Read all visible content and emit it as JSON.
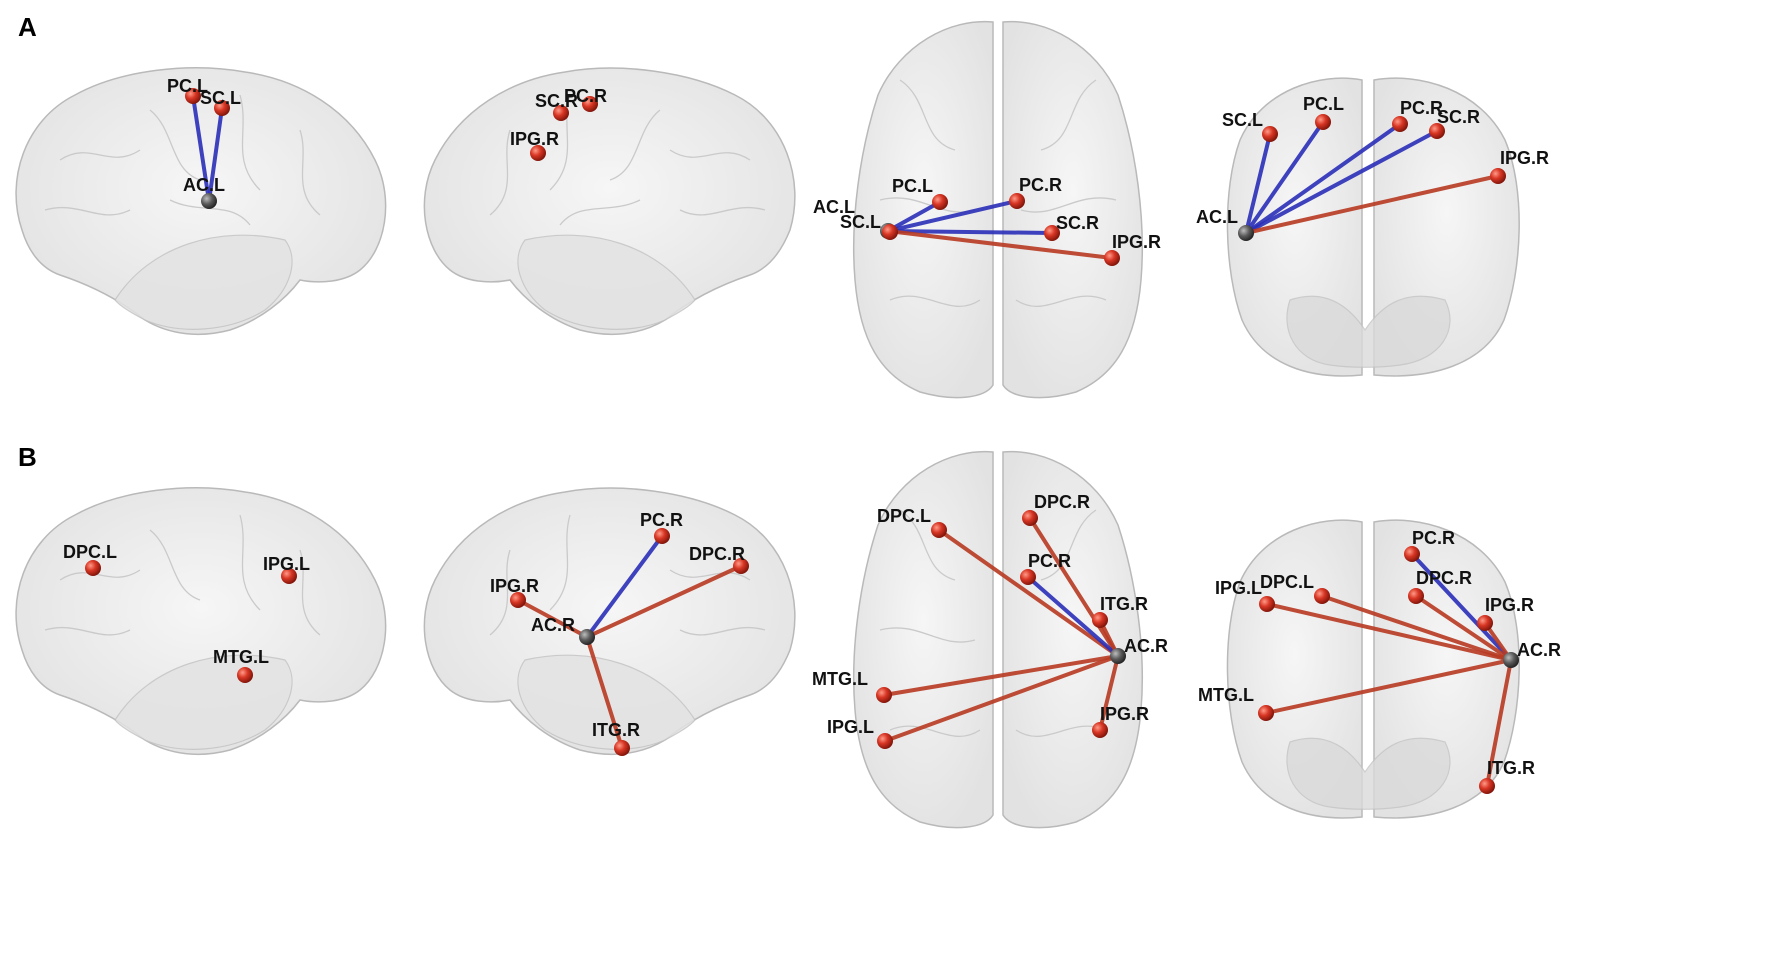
{
  "panels": [
    {
      "letter": "A",
      "views": [
        {
          "nodes": [
            {
              "id": "PC.L",
              "label": "PC.L",
              "kind": "target"
            },
            {
              "id": "SC.L",
              "label": "SC.L",
              "kind": "target"
            },
            {
              "id": "AC.L",
              "label": "AC.L",
              "kind": "seed"
            }
          ],
          "edges": [
            {
              "from": "AC.L",
              "to": "PC.L",
              "sign": "negative"
            },
            {
              "from": "AC.L",
              "to": "SC.L",
              "sign": "negative"
            }
          ]
        },
        {
          "nodes": [
            {
              "id": "SC.R",
              "label": "SC.R",
              "kind": "target"
            },
            {
              "id": "PC.R",
              "label": "PC.R",
              "kind": "target"
            },
            {
              "id": "IPG.R",
              "label": "IPG.R",
              "kind": "target"
            }
          ],
          "edges": []
        },
        {
          "nodes": [
            {
              "id": "AC.L",
              "label": "AC.L",
              "kind": "seed"
            },
            {
              "id": "SC.L",
              "label": "SC.L",
              "kind": "target"
            },
            {
              "id": "PC.L",
              "label": "PC.L",
              "kind": "target"
            },
            {
              "id": "PC.R",
              "label": "PC.R",
              "kind": "target"
            },
            {
              "id": "SC.R",
              "label": "SC.R",
              "kind": "target"
            },
            {
              "id": "IPG.R",
              "label": "IPG.R",
              "kind": "target"
            }
          ],
          "edges": [
            {
              "from": "AC.L",
              "to": "PC.R",
              "sign": "negative"
            },
            {
              "from": "AC.L",
              "to": "SC.R",
              "sign": "negative"
            },
            {
              "from": "AC.L",
              "to": "PC.L",
              "sign": "negative"
            },
            {
              "from": "AC.L",
              "to": "IPG.R",
              "sign": "positive"
            }
          ]
        },
        {
          "nodes": [
            {
              "id": "SC.L",
              "label": "SC.L",
              "kind": "target"
            },
            {
              "id": "PC.L",
              "label": "PC.L",
              "kind": "target"
            },
            {
              "id": "PC.R",
              "label": "PC.R",
              "kind": "target"
            },
            {
              "id": "SC.R",
              "label": "SC.R",
              "kind": "target"
            },
            {
              "id": "IPG.R",
              "label": "IPG.R",
              "kind": "target"
            },
            {
              "id": "AC.L",
              "label": "AC.L",
              "kind": "seed"
            }
          ],
          "edges": [
            {
              "from": "AC.L",
              "to": "SC.L",
              "sign": "negative"
            },
            {
              "from": "AC.L",
              "to": "PC.L",
              "sign": "negative"
            },
            {
              "from": "AC.L",
              "to": "PC.R",
              "sign": "negative"
            },
            {
              "from": "AC.L",
              "to": "SC.R",
              "sign": "negative"
            },
            {
              "from": "AC.L",
              "to": "IPG.R",
              "sign": "positive"
            }
          ]
        }
      ]
    },
    {
      "letter": "B",
      "views": [
        {
          "nodes": [
            {
              "id": "DPC.L",
              "label": "DPC.L",
              "kind": "target"
            },
            {
              "id": "IPG.L",
              "label": "IPG.L",
              "kind": "target"
            },
            {
              "id": "MTG.L",
              "label": "MTG.L",
              "kind": "target"
            }
          ],
          "edges": []
        },
        {
          "nodes": [
            {
              "id": "PC.R",
              "label": "PC.R",
              "kind": "target"
            },
            {
              "id": "DPC.R",
              "label": "DPC.R",
              "kind": "target"
            },
            {
              "id": "IPG.R",
              "label": "IPG.R",
              "kind": "target"
            },
            {
              "id": "AC.R",
              "label": "AC.R",
              "kind": "seed"
            },
            {
              "id": "ITG.R",
              "label": "ITG.R",
              "kind": "target"
            }
          ],
          "edges": [
            {
              "from": "AC.R",
              "to": "PC.R",
              "sign": "negative"
            },
            {
              "from": "AC.R",
              "to": "DPC.R",
              "sign": "positive"
            },
            {
              "from": "AC.R",
              "to": "IPG.R",
              "sign": "positive"
            },
            {
              "from": "AC.R",
              "to": "ITG.R",
              "sign": "positive"
            }
          ]
        },
        {
          "nodes": [
            {
              "id": "DPC.L",
              "label": "DPC.L",
              "kind": "target"
            },
            {
              "id": "DPC.R",
              "label": "DPC.R",
              "kind": "target"
            },
            {
              "id": "PC.R",
              "label": "PC.R",
              "kind": "target"
            },
            {
              "id": "ITG.R",
              "label": "ITG.R",
              "kind": "target"
            },
            {
              "id": "AC.R",
              "label": "AC.R",
              "kind": "seed"
            },
            {
              "id": "MTG.L",
              "label": "MTG.L",
              "kind": "target"
            },
            {
              "id": "IPG.L",
              "label": "IPG.L",
              "kind": "target"
            },
            {
              "id": "IPG.R",
              "label": "IPG.R",
              "kind": "target"
            }
          ],
          "edges": [
            {
              "from": "AC.R",
              "to": "DPC.L",
              "sign": "positive"
            },
            {
              "from": "AC.R",
              "to": "DPC.R",
              "sign": "positive"
            },
            {
              "from": "AC.R",
              "to": "PC.R",
              "sign": "negative"
            },
            {
              "from": "AC.R",
              "to": "ITG.R",
              "sign": "positive"
            },
            {
              "from": "AC.R",
              "to": "MTG.L",
              "sign": "positive"
            },
            {
              "from": "AC.R",
              "to": "IPG.L",
              "sign": "positive"
            },
            {
              "from": "AC.R",
              "to": "IPG.R",
              "sign": "positive"
            }
          ]
        },
        {
          "nodes": [
            {
              "id": "PC.R",
              "label": "PC.R",
              "kind": "target"
            },
            {
              "id": "IPG.L",
              "label": "IPG.L",
              "kind": "target"
            },
            {
              "id": "DPC.L",
              "label": "DPC.L",
              "kind": "target"
            },
            {
              "id": "DPC.R",
              "label": "DPC.R",
              "kind": "target"
            },
            {
              "id": "IPG.R",
              "label": "IPG.R",
              "kind": "target"
            },
            {
              "id": "AC.R",
              "label": "AC.R",
              "kind": "seed"
            },
            {
              "id": "MTG.L",
              "label": "MTG.L",
              "kind": "target"
            },
            {
              "id": "ITG.R",
              "label": "ITG.R",
              "kind": "target"
            }
          ],
          "edges": [
            {
              "from": "AC.R",
              "to": "PC.R",
              "sign": "negative"
            },
            {
              "from": "AC.R",
              "to": "IPG.L",
              "sign": "positive"
            },
            {
              "from": "AC.R",
              "to": "DPC.L",
              "sign": "positive"
            },
            {
              "from": "AC.R",
              "to": "DPC.R",
              "sign": "positive"
            },
            {
              "from": "AC.R",
              "to": "IPG.R",
              "sign": "positive"
            },
            {
              "from": "AC.R",
              "to": "MTG.L",
              "sign": "positive"
            },
            {
              "from": "AC.R",
              "to": "ITG.R",
              "sign": "positive"
            }
          ]
        }
      ]
    }
  ],
  "colors": {
    "negative_edge": "#2b2fb8",
    "positive_edge": "#b83a22",
    "target_node": "#c8281e",
    "seed_node": "#4a4a4a",
    "brain_fill": "#eeeeee",
    "brain_stroke": "#b9b9b9",
    "label_text": "#111111"
  }
}
